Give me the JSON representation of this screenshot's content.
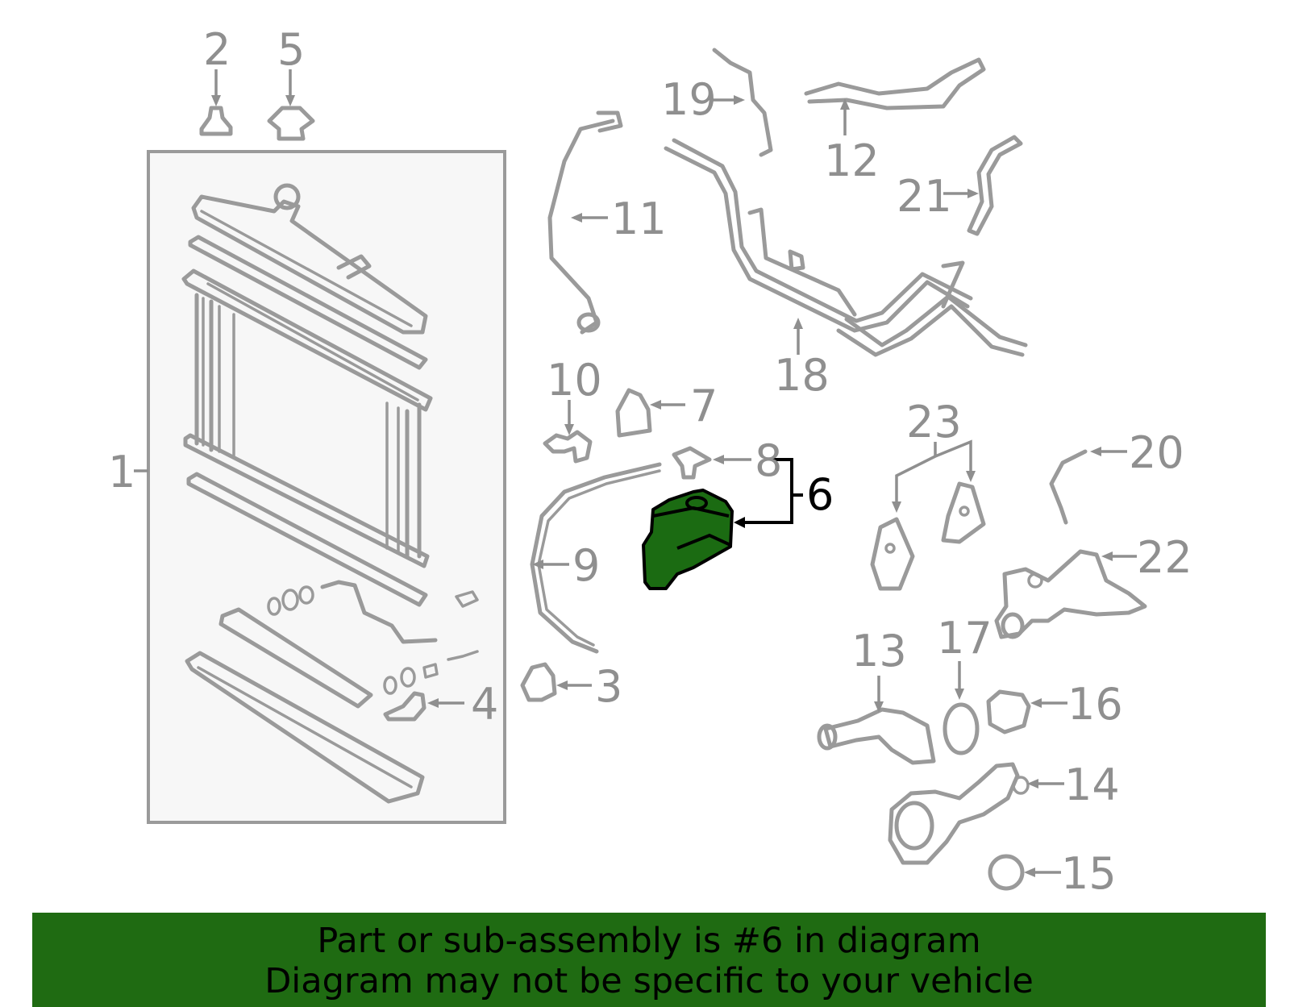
{
  "diagram": {
    "callouts": {
      "c1": "1",
      "c2": "2",
      "c3": "3",
      "c4": "4",
      "c5": "5",
      "c6": "6",
      "c7": "7",
      "c8": "8",
      "c9": "9",
      "c10": "10",
      "c11": "11",
      "c12": "12",
      "c13": "13",
      "c14": "14",
      "c15": "15",
      "c16": "16",
      "c17": "17",
      "c18": "18",
      "c19": "19",
      "c20": "20",
      "c21": "21",
      "c22": "22",
      "c23": "23"
    },
    "highlight_color": "#1b6b12",
    "line_color": "#9a9a9a"
  },
  "banner": {
    "line1": "Part or sub-assembly is #6 in diagram",
    "line2": "Diagram may not be specific to your vehicle",
    "background": "#1f6b12"
  }
}
